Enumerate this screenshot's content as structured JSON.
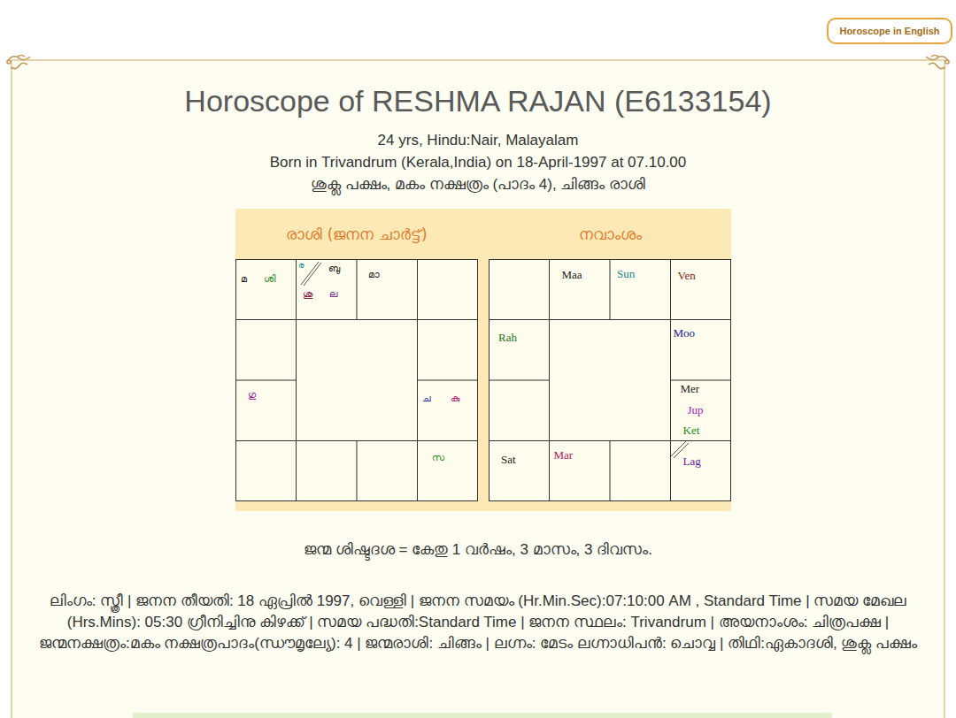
{
  "diagram": {
    "title": "Horoscope of RESHMA RAJAN (E6133154)",
    "nodes": [
      {
        "text": [
          "Horoscope in English"
        ]
      },
      {
        "text": [
          "രാശി (ജനന ചാർട്ട്)"
        ]
      },
      {
        "text": [
          "നവാംശം"
        ]
      },
      {
        "text": [
          "മ",
          "ശി"
        ],
        "in": 1
      },
      {
        "text": [
          "ര",
          "ബു",
          "ശു",
          "ല"
        ],
        "in": 1
      },
      {
        "text": [
          "മാ"
        ],
        "in": 1
      },
      {
        "text": [
          "ഗു"
        ],
        "in": 1
      },
      {
        "text": [
          "ച",
          "കു"
        ],
        "in": 1
      },
      {
        "text": [
          "സ"
        ],
        "in": 1
      },
      {
        "text": [
          "Maa"
        ],
        "in": 2
      },
      {
        "text": [
          "Sun"
        ],
        "in": 2
      },
      {
        "text": [
          "Ven"
        ],
        "in": 2
      },
      {
        "text": [
          "Rah"
        ],
        "in": 2
      },
      {
        "text": [
          "Moo"
        ],
        "in": 2
      },
      {
        "text": [
          "Mer",
          "Jup",
          "Ket"
        ],
        "in": 2
      },
      {
        "text": [
          "Sat"
        ],
        "in": 2
      },
      {
        "text": [
          "Mar"
        ],
        "in": 2
      },
      {
        "text": [
          "Lag"
        ],
        "in": 2
      }
    ],
    "labels": [
      "24 yrs, Hindu:Nair, Malayalam",
      "Born in Trivandrum (Kerala,India) on 18-April-1997 at 07.10.00",
      "ശുക്ല പക്ഷം, മകം നക്ഷത്രം (പാദം 4), ചിങ്ങം രാശി",
      "ജന്മ ശിഷ്ടദശ = കേതു 1 വർഷം, 3 മാസം, 3 ദിവസം.",
      "ലിംഗം: സ്ത്രീ | ജനന തീയതി: 18 ഏപ്രിൽ 1997, വെള്ളി | ജനന സമയം (Hr.Min.Sec):07:10:00 AM , Standard Time | സമയ മേഖല (Hrs.Mins): 05:30 ഗ്രീനിച്ചിനു കിഴക്ക് | സമയ പദ്ധതി:Standard Time | ജനന സ്ഥലം: Trivandrum | അയനാംശം: ചിത്രപക്ഷ | ജന്മനക്ഷത്രം:മകം നക്ഷത്രപാദം(ന്ധൗമൃല്യേ): 4 | ജന്മരാശി: ചിങ്ങം | ലഗ്നം: മേടം ലഗ്നാധിപൻ: ചൊവ്വ | തിഥി:ഏകാദശി, ശുക്ല പക്ഷം"
    ]
  }
}
